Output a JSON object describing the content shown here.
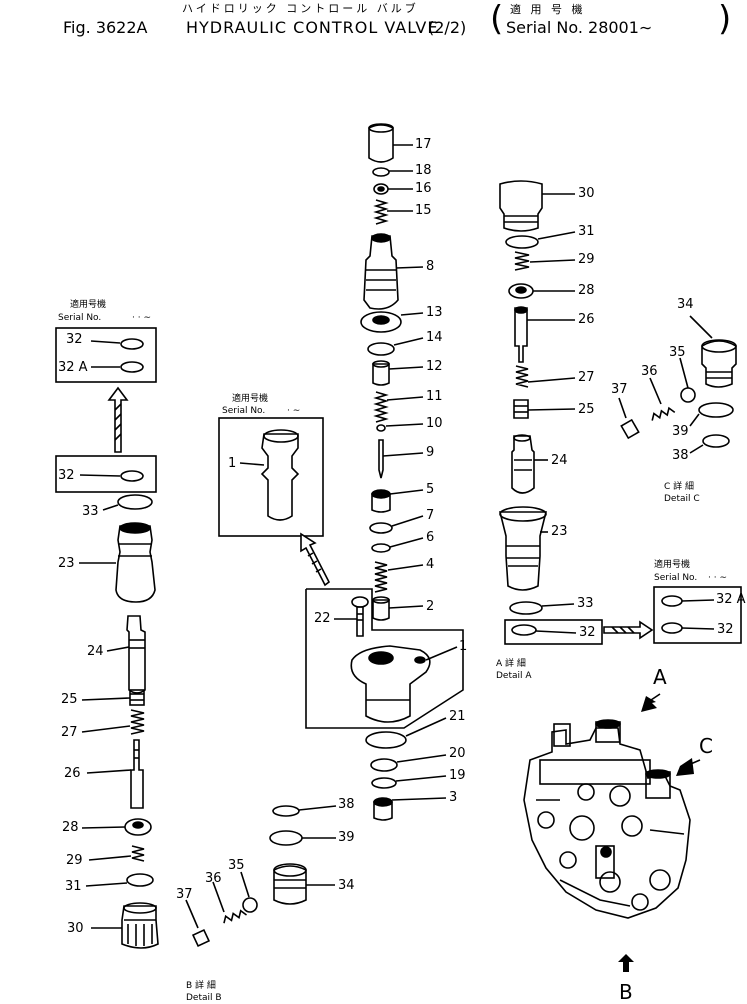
{
  "header": {
    "fig": "Fig. 3622A",
    "title": "HYDRAULIC CONTROL VALVE",
    "fraction": "(2/2)",
    "title_jp": "ハイドロリック コントロール バルブ",
    "applicable_jp": "適 用 号 機",
    "serial": "Serial No. 28001∼"
  },
  "box_notes": {
    "left": {
      "jp": "適用号機",
      "serial": "Serial No.",
      "range": "· · ∼"
    },
    "center": {
      "jp": "適用号機",
      "serial": "Serial No.",
      "range": "· ∼"
    },
    "right": {
      "jp": "適用号機",
      "serial": "Serial No.",
      "range": "· · ∼"
    }
  },
  "details": {
    "a": {
      "jp": "A 詳 細",
      "en": "Detail A"
    },
    "b": {
      "jp": "B 詳 細",
      "en": "Detail B"
    },
    "c": {
      "jp": "C 詳 細",
      "en": "Detail C"
    }
  },
  "view_arrows": {
    "a": "A",
    "b": "B",
    "c": "C"
  },
  "part_labels": {
    "c17": "17",
    "c18": "18",
    "c16": "16",
    "c15": "15",
    "c8": "8",
    "c13": "13",
    "c14": "14",
    "c12": "12",
    "c11": "11",
    "c10": "10",
    "c9": "9",
    "c5": "5",
    "c7": "7",
    "c6": "6",
    "c4": "4",
    "c2": "2",
    "c22": "22",
    "c1a": "1",
    "c1b": "1",
    "c21": "21",
    "c20": "20",
    "c19": "19",
    "c3": "3",
    "r30": "30",
    "r31": "31",
    "r29": "29",
    "r28": "28",
    "r26": "26",
    "r27": "27",
    "r25": "25",
    "r24": "24",
    "r23": "23",
    "r33": "33",
    "r32": "32",
    "rb32a": "32 A",
    "rb32": "32",
    "c34": "34",
    "c35": "35",
    "c36": "36",
    "c37": "37",
    "c39": "39",
    "c38": "38",
    "l32": "32",
    "l32a": "32 A",
    "l32b": "32",
    "l33": "33",
    "l23": "23",
    "l24": "24",
    "l25": "25",
    "l27": "27",
    "l26": "26",
    "l28": "28",
    "l29": "29",
    "l31": "31",
    "l30": "30",
    "b38": "38",
    "b39": "39",
    "b35": "35",
    "b36": "36",
    "b37": "37",
    "b34": "34"
  }
}
